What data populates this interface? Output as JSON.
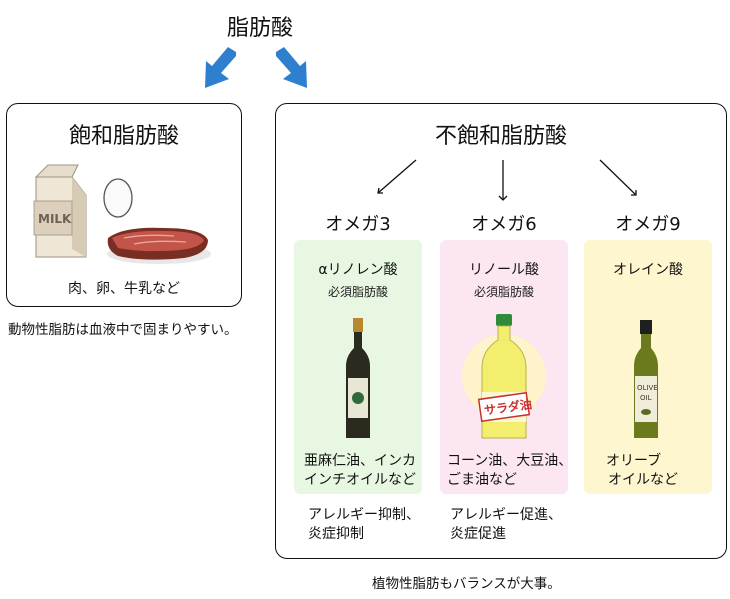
{
  "title": "脂肪酸",
  "saturated": {
    "title": "飽和脂肪酸",
    "foods": "肉、卵、牛乳など",
    "milk_text": "MILK",
    "note": "動物性脂肪は血液中で固まりやすい。"
  },
  "unsaturated": {
    "title": "不飽和脂肪酸",
    "omegas": [
      {
        "name": "オメガ3",
        "acid": "αリノレン酸",
        "essential": "必須脂肪酸",
        "foods": [
          "亜麻仁油、インカ",
          "インチオイルなど"
        ],
        "effects": [
          "アレルギー抑制、",
          "炎症抑制"
        ]
      },
      {
        "name": "オメガ6",
        "acid": "リノール酸",
        "essential": "必須脂肪酸",
        "foods": [
          "コーン油、大豆油、",
          "ごま油など"
        ],
        "effects": [
          "アレルギー促進、",
          "炎症促進"
        ],
        "bottle_label": "サラダ油"
      },
      {
        "name": "オメガ9",
        "acid": "オレイン酸",
        "essential": "",
        "foods": [
          "オリーブ",
          "オイルなど"
        ],
        "effects": [],
        "bottle_label": [
          "OLIVE",
          "OIL"
        ]
      }
    ],
    "note": "植物性脂肪もバランスが大事。"
  },
  "colors": {
    "arrow_blue": "#2f7fcf",
    "green_panel": "#e8f7e1",
    "pink_panel": "#fbe6f1",
    "yellow_panel": "#fdf6cf"
  }
}
